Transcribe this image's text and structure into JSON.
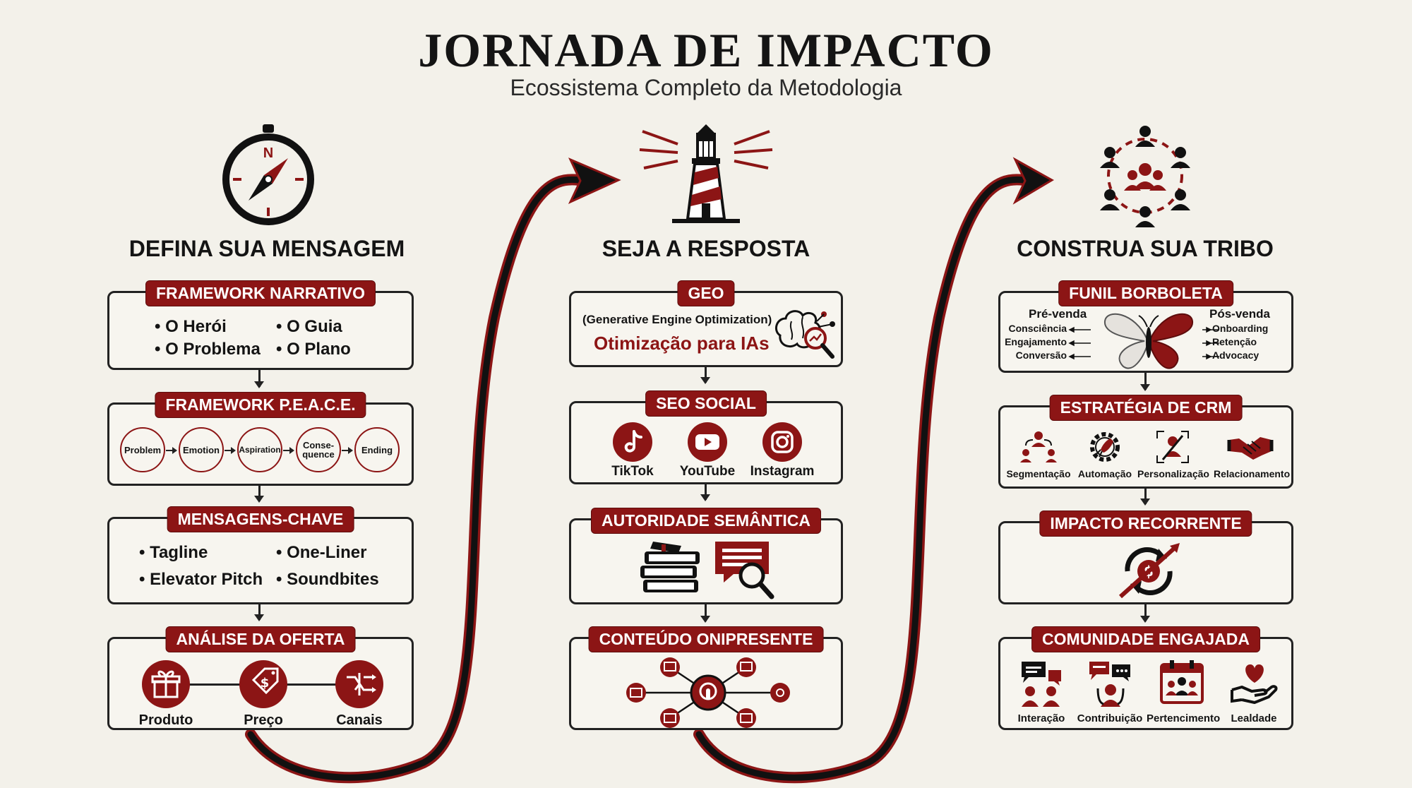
{
  "header": {
    "title": "JORNADA DE IMPACTO",
    "subtitle": "Ecossistema Completo da Metodologia"
  },
  "columns": [
    {
      "heading": "DEFINA SUA MENSAGEM",
      "icon": "compass-icon",
      "compass_letter": "N",
      "cards": [
        {
          "title": "FRAMEWORK NARRATIVO",
          "items": [
            "O Herói",
            "O Guia",
            "O Problema",
            "O Plano"
          ]
        },
        {
          "title": "FRAMEWORK P.E.A.C.E.",
          "steps": [
            "Problem",
            "Emotion",
            "Aspiration",
            "Conse-quence",
            "Ending"
          ],
          "step_lines": [
            [
              "Problem"
            ],
            [
              "Emotion"
            ],
            [
              "Aspiration"
            ],
            [
              "Conse-",
              "quence"
            ],
            [
              "Ending"
            ]
          ]
        },
        {
          "title": "MENSAGENS-CHAVE",
          "items": [
            "Tagline",
            "One-Liner",
            "Elevator Pitch",
            "Soundbites"
          ]
        },
        {
          "title": "ANÁLISE DA OFERTA",
          "items": [
            "Produto",
            "Preço",
            "Canais"
          ],
          "icons": [
            "gift-icon",
            "price-tag-icon",
            "channels-icon"
          ]
        }
      ]
    },
    {
      "heading": "SEJA A RESPOSTA",
      "icon": "lighthouse-icon",
      "cards": [
        {
          "title": "GEO",
          "line1": "(Generative Engine Optimization)",
          "line2": "Otimização para IAs",
          "icon": "brain-search-icon"
        },
        {
          "title": "SEO SOCIAL",
          "items": [
            "TikTok",
            "YouTube",
            "Instagram"
          ],
          "icons": [
            "tiktok-icon",
            "youtube-icon",
            "instagram-icon"
          ]
        },
        {
          "title": "AUTORIDADE SEMÂNTICA",
          "icons": [
            "books-icon",
            "article-search-icon"
          ]
        },
        {
          "title": "CONTEÚDO ONIPRESENTE",
          "icons": [
            "omnichannel-network-icon"
          ]
        }
      ]
    },
    {
      "heading": "CONSTRUA SUA TRIBO",
      "icon": "tribe-network-icon",
      "cards": [
        {
          "title": "FUNIL BORBOLETA",
          "left_head": "Pré-venda",
          "left_items": [
            "Consciência",
            "Engajamento",
            "Conversão"
          ],
          "right_head": "Pós-venda",
          "right_items": [
            "Onboarding",
            "Retenção",
            "Advocacy"
          ],
          "icon": "butterfly-icon"
        },
        {
          "title": "ESTRATÉGIA DE CRM",
          "items": [
            "Segmentação",
            "Automação",
            "Personalização",
            "Relacionamento"
          ],
          "icons": [
            "segmentation-icon",
            "rocket-gear-icon",
            "personalization-icon",
            "handshake-icon"
          ]
        },
        {
          "title": "IMPACTO RECORRENTE",
          "icon": "recurring-revenue-icon"
        },
        {
          "title": "COMUNIDADE ENGAJADA",
          "items": [
            "Interação",
            "Contribuição",
            "Pertencimento",
            "Lealdade"
          ],
          "icons": [
            "interaction-icon",
            "contribution-icon",
            "belonging-icon",
            "loyalty-icon"
          ]
        }
      ]
    }
  ],
  "colors": {
    "accent": "#8c1515",
    "ink": "#141414",
    "background": "#f3f1ea"
  }
}
